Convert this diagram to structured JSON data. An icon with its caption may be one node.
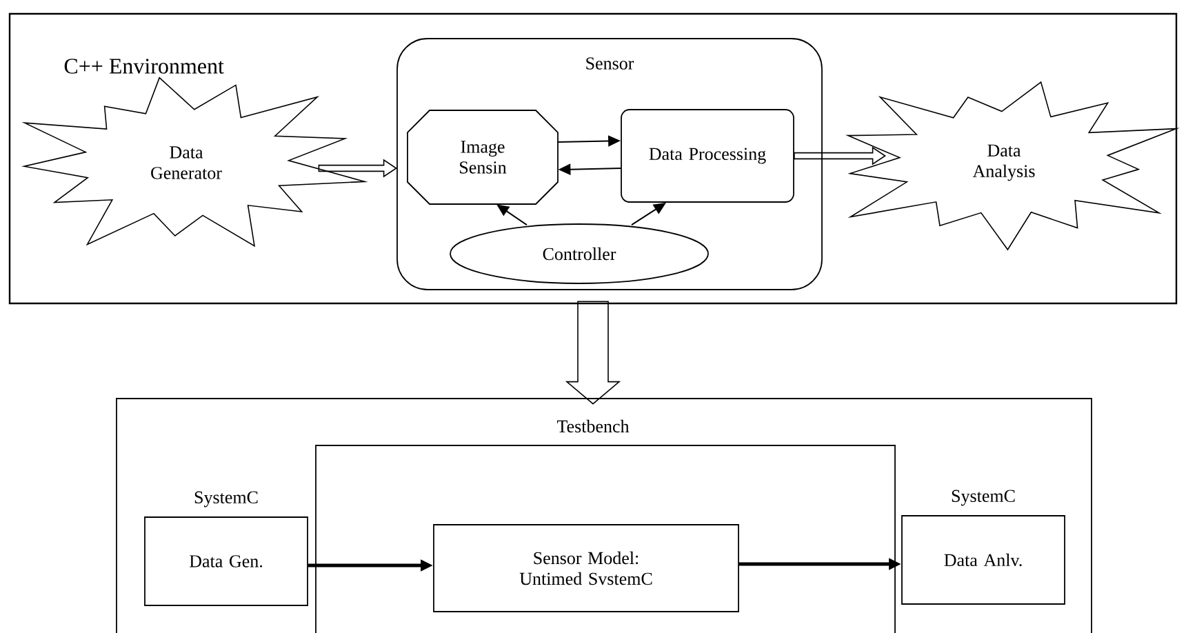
{
  "diagram": {
    "nodes": [
      {
        "text": [
          "C++ Environment"
        ]
      },
      {
        "text": [
          "Data Generator"
        ],
        "in": 0
      },
      {
        "text": [
          "Sensor"
        ],
        "in": 0
      },
      {
        "text": [
          "Image Sensin"
        ],
        "in": 2
      },
      {
        "text": [
          "Data Processing"
        ],
        "in": 2
      },
      {
        "text": [
          "Controller"
        ],
        "in": 2
      },
      {
        "text": [
          "Data Analysis"
        ],
        "in": 0
      },
      {
        "text": [],
        "shape": "box"
      },
      {
        "text": [
          "Testbench"
        ],
        "in": 7
      },
      {
        "text": [
          "SystemC",
          "Data Gen."
        ],
        "in": 7
      },
      {
        "text": [
          "Sensor Model: Untimed SvstemC"
        ],
        "in": 8
      },
      {
        "text": [
          "SystemC",
          "Data Anlv."
        ],
        "in": 7
      }
    ],
    "edges": [
      {
        "from": 1,
        "to": 3,
        "arrow": "to"
      },
      {
        "from": 3,
        "to": 4,
        "arrow": "to"
      },
      {
        "from": 4,
        "to": 3,
        "arrow": "to"
      },
      {
        "from": 5,
        "to": 3,
        "arrow": "to"
      },
      {
        "from": 5,
        "to": 4,
        "arrow": "to"
      },
      {
        "from": 4,
        "to": 6,
        "arrow": "to"
      },
      {
        "from": 0,
        "to": 7,
        "arrow": "to"
      },
      {
        "from": 9,
        "to": 10,
        "arrow": "to",
        "style": "thick"
      },
      {
        "from": 10,
        "to": 11,
        "arrow": "to",
        "style": "thick"
      }
    ]
  }
}
